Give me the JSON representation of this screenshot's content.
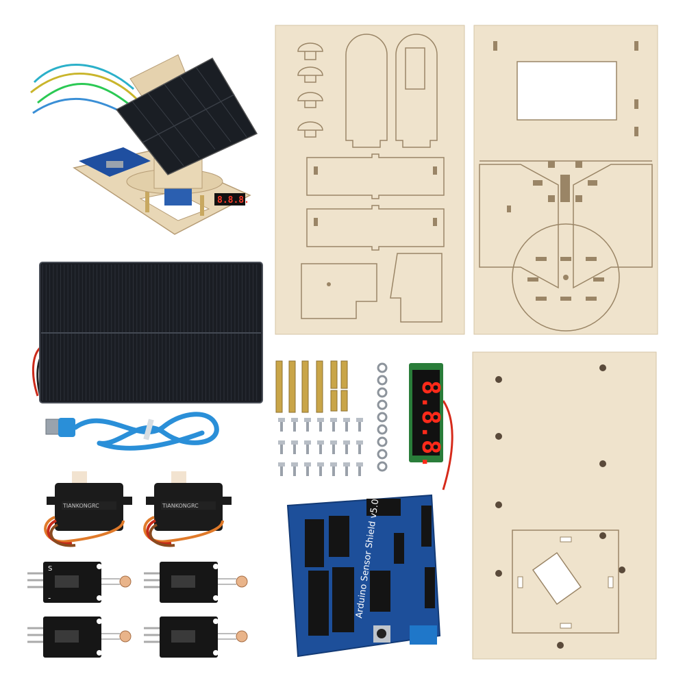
{
  "labels": {
    "servo_brand": "TIANKONGRC",
    "shield_title": "Arduino Sensor Shield v5.0",
    "sensor_marks": [
      "S",
      "-"
    ],
    "display_digits": "8.8.8."
  },
  "colors": {
    "background": "#ffffff",
    "plywood": "#efe3cc",
    "plywood_line": "#9a8566",
    "solar_panel": "#1b1f25",
    "pcb_blue": "#1d4f9a",
    "usb_cable": "#2a8fd8",
    "servo_body": "#1a1a1a",
    "display_red": "#ff2a1a"
  },
  "parts": [
    "assembled-solar-tracker",
    "solar-panel",
    "usb-cable",
    "plywood-sheet-brackets",
    "plywood-sheet-body",
    "plywood-base-plate",
    "brass-standoffs",
    "screws-and-nuts",
    "voltage-display",
    "servo-motors",
    "light-sensor-modules",
    "sensor-shield-board"
  ]
}
